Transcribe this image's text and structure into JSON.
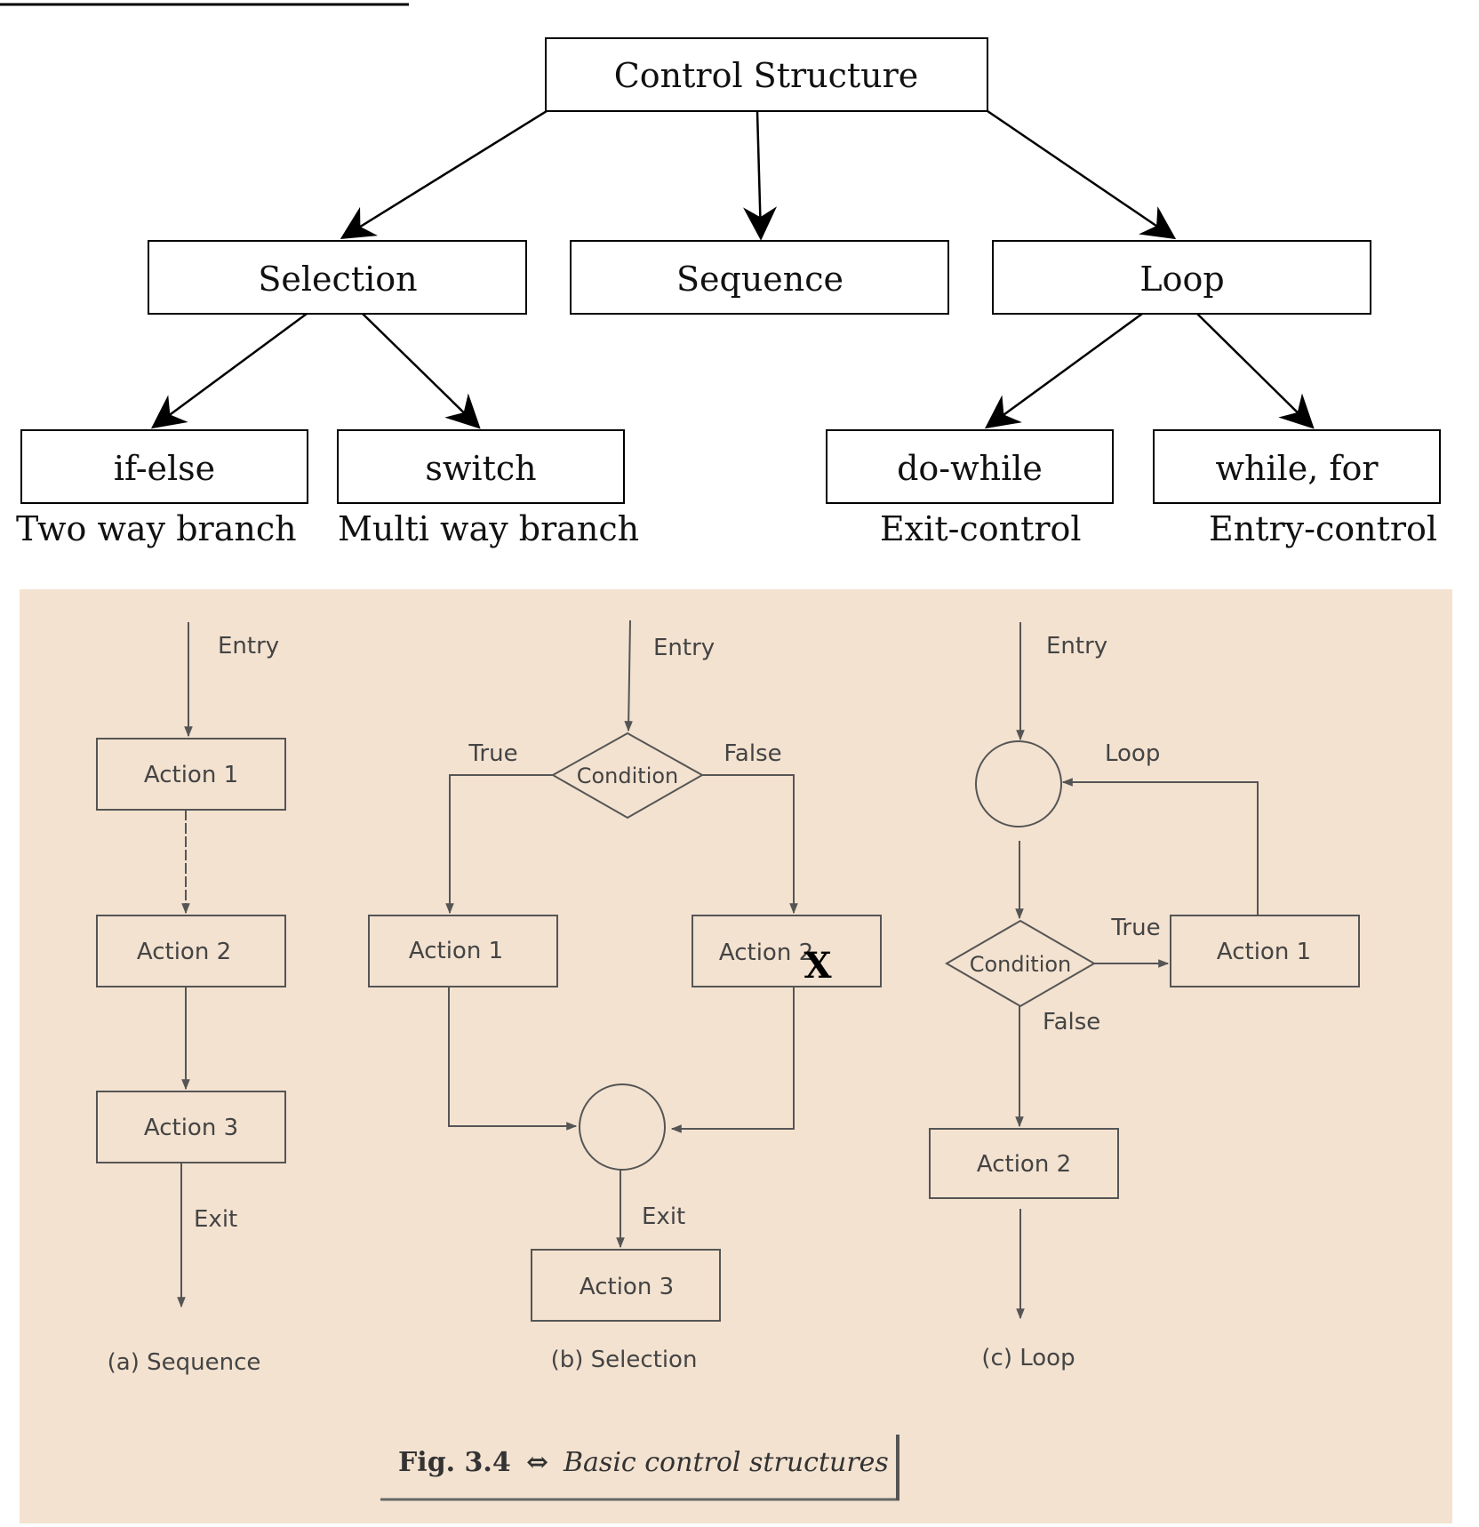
{
  "tree": {
    "root": "Control Structure",
    "level1": [
      "Selection",
      "Sequence",
      "Loop"
    ],
    "leaves": [
      "if-else",
      "switch",
      "do-while",
      "while, for"
    ],
    "leaf_descriptions": [
      "Two way branch",
      "Multi way branch",
      "Exit-control",
      "Entry-control"
    ]
  },
  "figure": {
    "background": "#f3e2d0",
    "sequence": {
      "entry": "Entry",
      "actions": [
        "Action 1",
        "Action 2",
        "Action 3"
      ],
      "exit": "Exit",
      "caption": "(a) Sequence"
    },
    "selection": {
      "entry": "Entry",
      "condition": "Condition",
      "true_label": "True",
      "false_label": "False",
      "action1": "Action 1",
      "action2": "Action 2",
      "action3": "Action 3",
      "exit": "Exit",
      "caption": "(b) Selection",
      "overlay_mark": "X"
    },
    "loop": {
      "entry": "Entry",
      "loop_label": "Loop",
      "condition": "Condition",
      "true_label": "True",
      "false_label": "False",
      "action1": "Action 1",
      "action2": "Action 2",
      "caption": "(c) Loop"
    },
    "caption_number": "Fig. 3.4",
    "caption_symbol": "⇔",
    "caption_title": "Basic control structures"
  }
}
